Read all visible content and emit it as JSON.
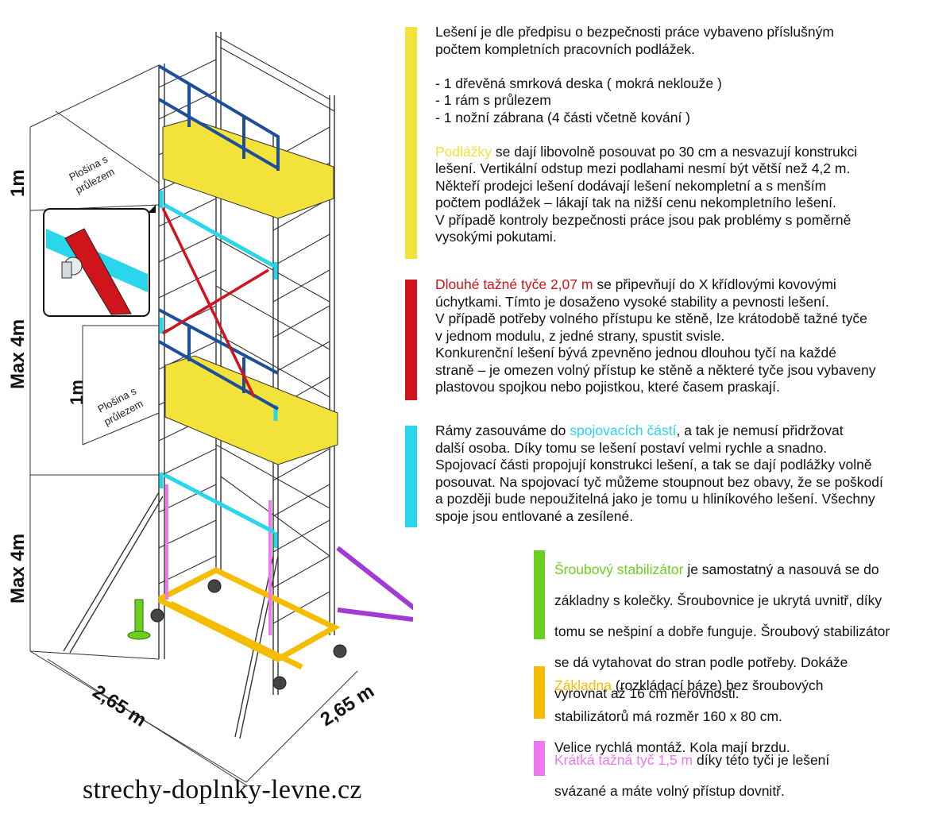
{
  "diagram": {
    "dims": {
      "top_1m": "1m",
      "max4m_upper": "Max 4m",
      "max4m_lower": "Max 4m",
      "inner_1m": "1m",
      "base_left": "2,65 m",
      "base_right": "2,65 m"
    },
    "platform_label_top": [
      "Plošina s",
      "průlezem"
    ],
    "platform_label_mid": [
      "Plošina s",
      "průlezem"
    ]
  },
  "colors": {
    "yellow": "#f2e23a",
    "red": "#d0141b",
    "cyan": "#2ad6ec",
    "green": "#6ccf1f",
    "orange": "#f5bd00",
    "magenta": "#ef78f0",
    "purple": "#a23ad6",
    "blue": "#1e4f9c"
  },
  "sections": {
    "intro": {
      "lines": [
        "Lešení je dle předpisu o bezpečnosti práce vybaveno příslušným",
        "počtem kompletních pracovních podlážek."
      ],
      "items": [
        "- 1 dřevěná smrková deska ( mokrá neklouže )",
        "- 1 rám s průlezem",
        "- 1 nožní zábrana  (4 části včetně kování )"
      ],
      "highlight": "Podlážky",
      "rest_first": " se dají libovolně posouvat po 30 cm a nesvazují konstrukci",
      "rest_lines": [
        "lešení. Vertikální odstup mezi podlahami nesmí být větší než 4,2 m.",
        "Někteří prodejci lešení dodávají lešení nekompletní a s menším",
        "počtem podlážek – lákají tak na nižší cenu nekompletního lešení.",
        "V případě kontroly bezpečnosti práce jsou pak problémy s poměrně",
        "vysokými pokutami."
      ]
    },
    "red": {
      "highlight": "Dlouhé tažné tyče 2,07 m",
      "rest_first": " se připevňují do X křídlovými kovovými",
      "rest_lines": [
        "úchytkami. Tímto je dosaženo vysoké stability a pevnosti lešení.",
        "V případě potřeby volného přístupu ke stěně, lze krátodobě tažné tyče",
        "v jednom modulu, z jedné strany, spustit svisle.",
        "Konkurenční lešení bývá zpevněno jednou dlouhou tyčí na každé",
        "straně – je omezen volný přístup ke stěně a některé tyče jsou vybaveny",
        "plastovou spojkou nebo pojistkou, které časem praskají."
      ]
    },
    "cyan": {
      "pre": "Rámy zasouváme do ",
      "highlight": "spojovacích částí",
      "rest_first": ", a tak je nemusí přidržovat",
      "rest_lines": [
        "další osoba. Díky tomu se lešení postaví velmi rychle a snadno.",
        "Spojovací části propojují konstrukci lešení, a tak se dají podlážky volně",
        "posouvat. Na spojovací tyč můžeme stoupnout bez obavy, že se poškodí",
        "a později bude nepoužitelná jako je tomu u hliníkového lešení. Všechny",
        "spoje jsou entlované a zesílené."
      ]
    },
    "green": {
      "highlight": "Šroubový stabilizátor",
      "rest_first": " je samostatný a nasouvá se do",
      "rest_lines": [
        "základny s kolečky. Šroubovnice je ukrytá uvnitř, díky",
        "tomu se nešpiní a dobře funguje. Šroubový stabilizátor",
        "se dá vytahovat do stran podle potřeby. Dokáže",
        "vyrovnat až 16 cm nerovnosti."
      ]
    },
    "orange": {
      "highlight": "Základna",
      "rest_first": " (rozkládací báze) bez šroubových",
      "rest_lines": [
        "stabilizátorů má rozměr 160 x 80 cm.",
        "Velice rychlá montáž. Kola mají brzdu."
      ]
    },
    "magenta": {
      "highlight": "Krátká tažná tyč 1,5 m",
      "rest_first": " díky této tyči je lešení",
      "rest_lines": [
        "svázané a máte volný přístup dovnitř."
      ]
    }
  },
  "footer": "strechy-doplnky-levne.cz"
}
